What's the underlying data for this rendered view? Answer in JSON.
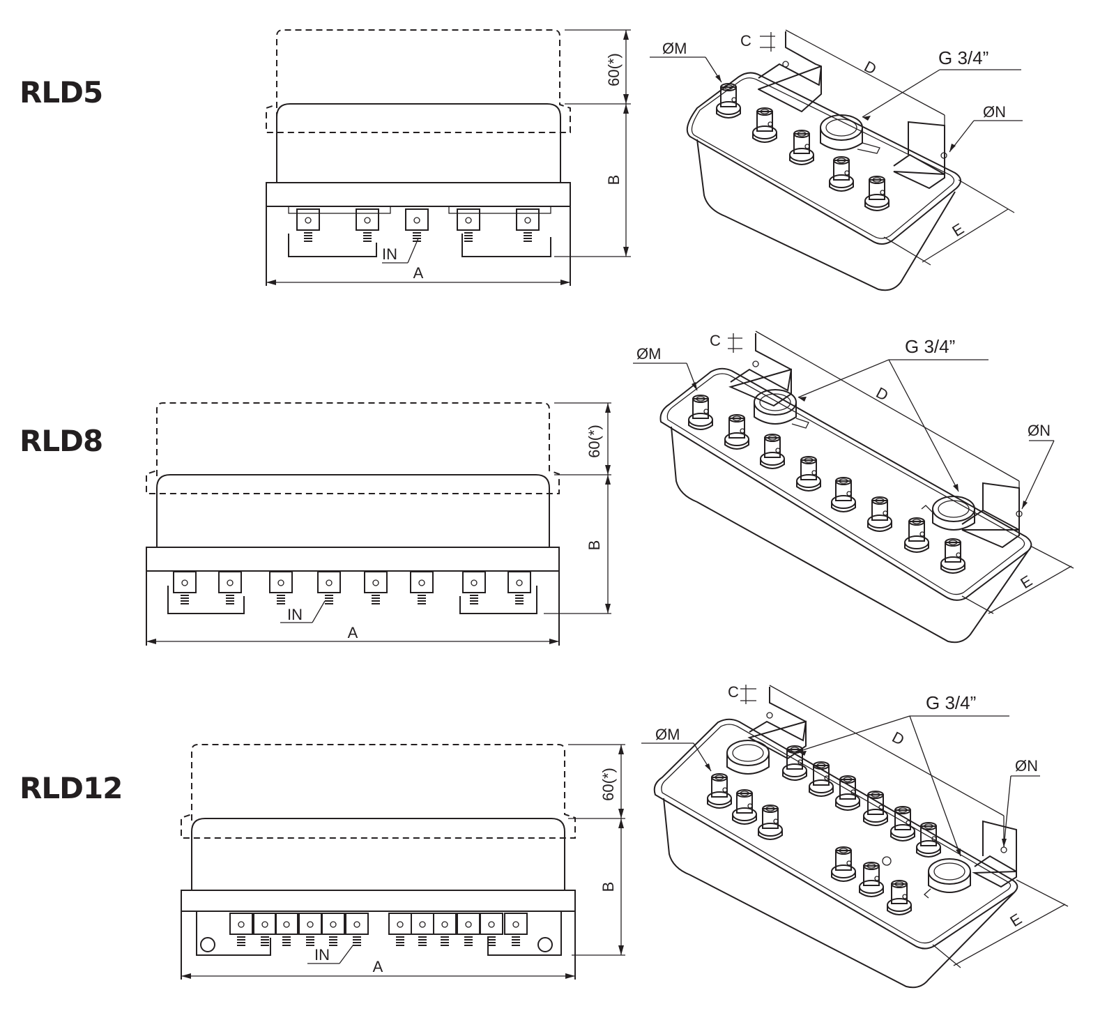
{
  "models": [
    {
      "name": "RLD5",
      "labels": {
        "a": "A",
        "b": "B",
        "top": "60(*)",
        "inlet": "IN",
        "m": "ØM",
        "n": "ØN",
        "c": "C",
        "d": "D",
        "e": "E",
        "g": "G 3/4”"
      }
    },
    {
      "name": "RLD8",
      "labels": {
        "a": "A",
        "b": "B",
        "top": "60(*)",
        "inlet": "IN",
        "m": "ØM",
        "n": "ØN",
        "c": "C",
        "d": "D",
        "e": "E",
        "g": "G 3/4”"
      }
    },
    {
      "name": "RLD12",
      "labels": {
        "a": "A",
        "b": "B",
        "top": "60(*)",
        "inlet": "IN",
        "m": "ØM",
        "n": "ØN",
        "c": "C",
        "d": "D",
        "e": "E",
        "g": "G 3/4”"
      }
    }
  ]
}
